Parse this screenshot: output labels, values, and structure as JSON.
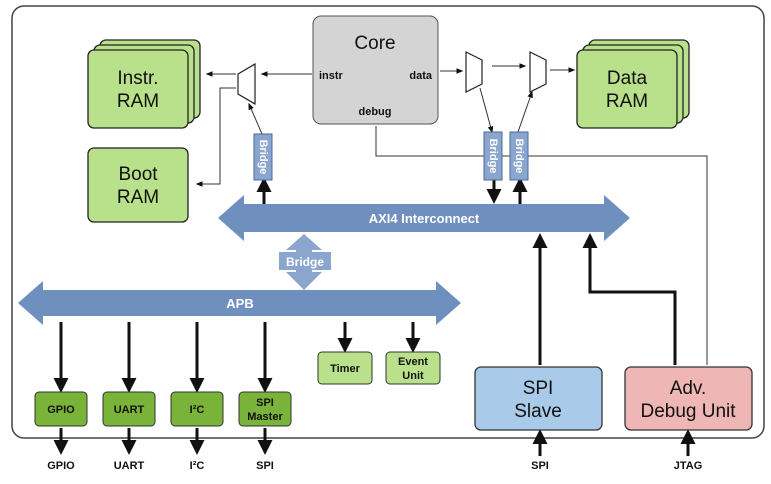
{
  "core": {
    "title": "Core",
    "instr": "instr",
    "data": "data",
    "debug": "debug"
  },
  "instr_ram": {
    "line1": "Instr.",
    "line2": "RAM"
  },
  "boot_ram": {
    "line1": "Boot",
    "line2": "RAM"
  },
  "data_ram": {
    "line1": "Data",
    "line2": "RAM"
  },
  "bridges": {
    "instr": "Bridge",
    "data1": "Bridge",
    "data2": "Bridge",
    "axi_apb": "Bridge"
  },
  "axi": {
    "label": "AXI4 Interconnect"
  },
  "apb": {
    "label": "APB"
  },
  "timer": {
    "label": "Timer"
  },
  "event_unit": {
    "line1": "Event",
    "line2": "Unit"
  },
  "peripherals": {
    "gpio": "GPIO",
    "uart": "UART",
    "i2c": "I²C",
    "spi_master_line1": "SPI",
    "spi_master_line2": "Master"
  },
  "spi_slave": {
    "line1": "SPI",
    "line2": "Slave"
  },
  "debug_unit": {
    "line1": "Adv.",
    "line2": "Debug Unit"
  },
  "io": {
    "gpio": "GPIO",
    "uart": "UART",
    "i2c": "I²C",
    "spi": "SPI",
    "spi_slave": "SPI",
    "jtag": "JTAG"
  },
  "colors": {
    "ram_green": "#b9e08a",
    "periph_green": "#79b33a",
    "bus_blue": "#6f8fbf",
    "bridge_blue": "#8aa6cf",
    "core_gray": "#d4d4d4",
    "slave_blue": "#a9cbe9",
    "debug_pink": "#efb6b6"
  }
}
